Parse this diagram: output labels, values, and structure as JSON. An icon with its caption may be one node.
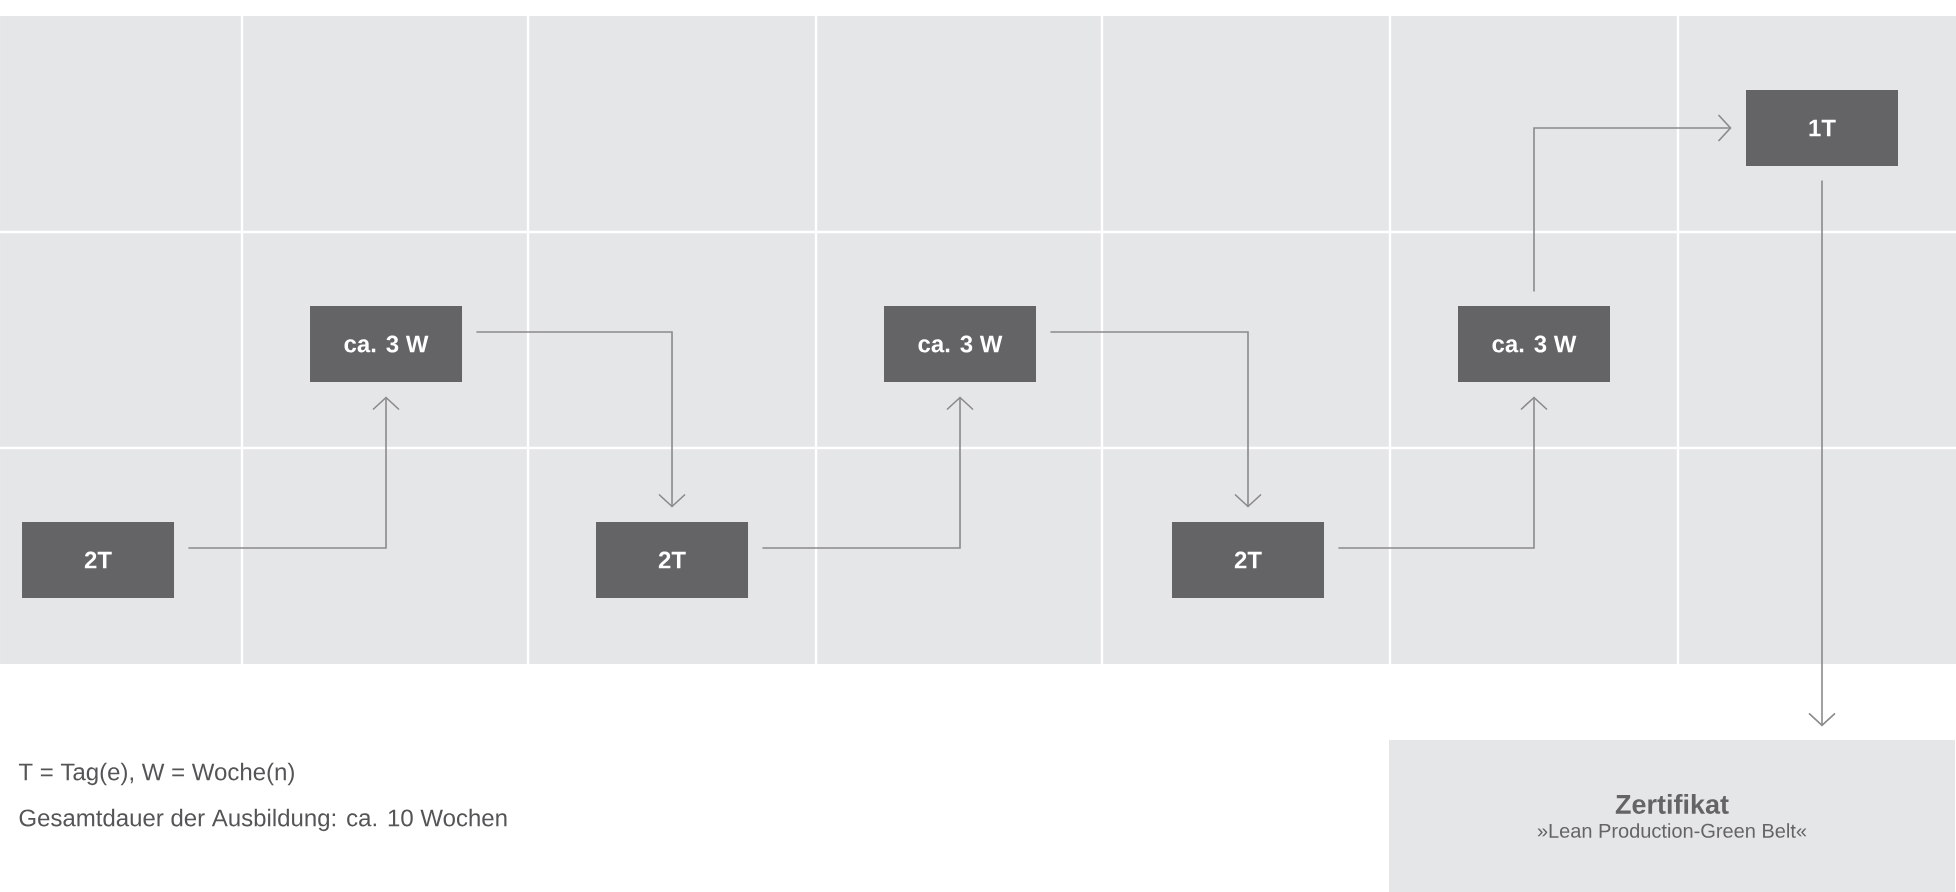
{
  "diagram": {
    "nodes": [
      {
        "text": [
          "2T"
        ]
      },
      {
        "text": [
          "ca. 3 W"
        ]
      },
      {
        "text": [
          "2T"
        ]
      },
      {
        "text": [
          "ca. 3 W"
        ]
      },
      {
        "text": [
          "2T"
        ]
      },
      {
        "text": [
          "ca. 3 W"
        ]
      },
      {
        "text": [
          "1T"
        ]
      },
      {
        "text": [
          "Zertifikat",
          "»Lean Production-Green Belt«"
        ]
      }
    ],
    "edges": [
      {
        "from": 0,
        "to": 1,
        "arrow": "to"
      },
      {
        "from": 1,
        "to": 2,
        "arrow": "to"
      },
      {
        "from": 2,
        "to": 3,
        "arrow": "to"
      },
      {
        "from": 3,
        "to": 4,
        "arrow": "to"
      },
      {
        "from": 4,
        "to": 5,
        "arrow": "to"
      },
      {
        "from": 5,
        "to": 6,
        "arrow": "to"
      },
      {
        "from": 6,
        "to": 7,
        "arrow": "to"
      }
    ],
    "labels": [
      "T = Tag(e), W = Woche(n)",
      "Gesamtdauer der Ausbildung: ca. 10 Wochen"
    ]
  }
}
